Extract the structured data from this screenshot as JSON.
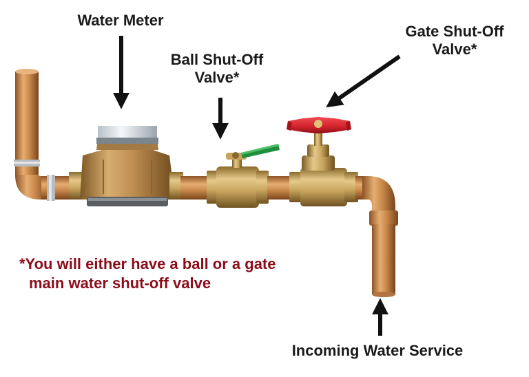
{
  "labels": {
    "water_meter": "Water Meter",
    "ball_valve": [
      "Ball Shut-Off",
      "Valve*"
    ],
    "gate_valve": [
      "Gate Shut-Off",
      "Valve*"
    ],
    "incoming": "Incoming Water Service"
  },
  "note": {
    "line1": "*You will either have a ball or a gate",
    "line2": "main water shut-off valve"
  },
  "colors": {
    "copper": "#c98a4b",
    "copper_dark": "#8f5426",
    "brass": "#c7a45e",
    "valve_handle_red": "#d1222b",
    "lever_green": "#1f8f3c",
    "note_text": "#8b0d1a",
    "label_text": "#1a1a1a"
  }
}
